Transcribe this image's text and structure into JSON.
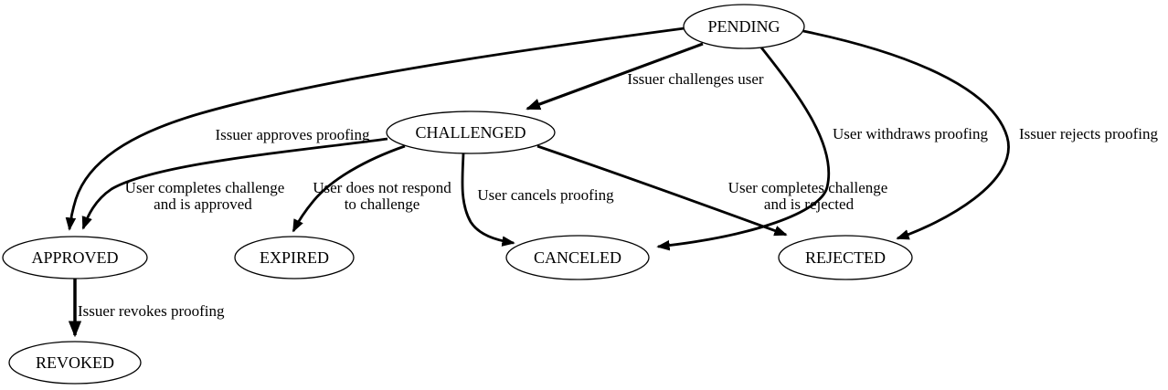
{
  "diagram": {
    "type": "state-machine",
    "colors": {
      "background": "#ffffff",
      "stroke": "#000000",
      "text": "#000000"
    },
    "nodes": [
      {
        "id": "pending",
        "label": "PENDING"
      },
      {
        "id": "challenged",
        "label": "CHALLENGED"
      },
      {
        "id": "approved",
        "label": "APPROVED"
      },
      {
        "id": "expired",
        "label": "EXPIRED"
      },
      {
        "id": "canceled",
        "label": "CANCELED"
      },
      {
        "id": "rejected",
        "label": "REJECTED"
      },
      {
        "id": "revoked",
        "label": "REVOKED"
      }
    ],
    "edges": [
      {
        "from": "PENDING",
        "to": "CHALLENGED",
        "label": "Issuer challenges user",
        "lines": [
          "Issuer challenges user"
        ]
      },
      {
        "from": "PENDING",
        "to": "APPROVED",
        "label": "Issuer approves proofing",
        "lines": [
          "Issuer approves proofing"
        ]
      },
      {
        "from": "PENDING",
        "to": "CANCELED",
        "label": "User withdraws proofing",
        "lines": [
          "User withdraws proofing"
        ]
      },
      {
        "from": "PENDING",
        "to": "REJECTED",
        "label": "Issuer rejects proofing",
        "lines": [
          "Issuer rejects proofing"
        ]
      },
      {
        "from": "CHALLENGED",
        "to": "APPROVED",
        "label": "User completes challenge and is approved",
        "lines": [
          "User completes challenge",
          "and is approved"
        ]
      },
      {
        "from": "CHALLENGED",
        "to": "EXPIRED",
        "label": "User does not respond to challenge",
        "lines": [
          "User does not respond",
          "to challenge"
        ]
      },
      {
        "from": "CHALLENGED",
        "to": "CANCELED",
        "label": "User cancels proofing",
        "lines": [
          "User cancels proofing"
        ]
      },
      {
        "from": "CHALLENGED",
        "to": "REJECTED",
        "label": "User completes challenge and is rejected",
        "lines": [
          "User completes challenge",
          "and is rejected"
        ]
      },
      {
        "from": "APPROVED",
        "to": "REVOKED",
        "label": "Issuer revokes proofing",
        "lines": [
          "Issuer revokes proofing"
        ]
      }
    ]
  }
}
